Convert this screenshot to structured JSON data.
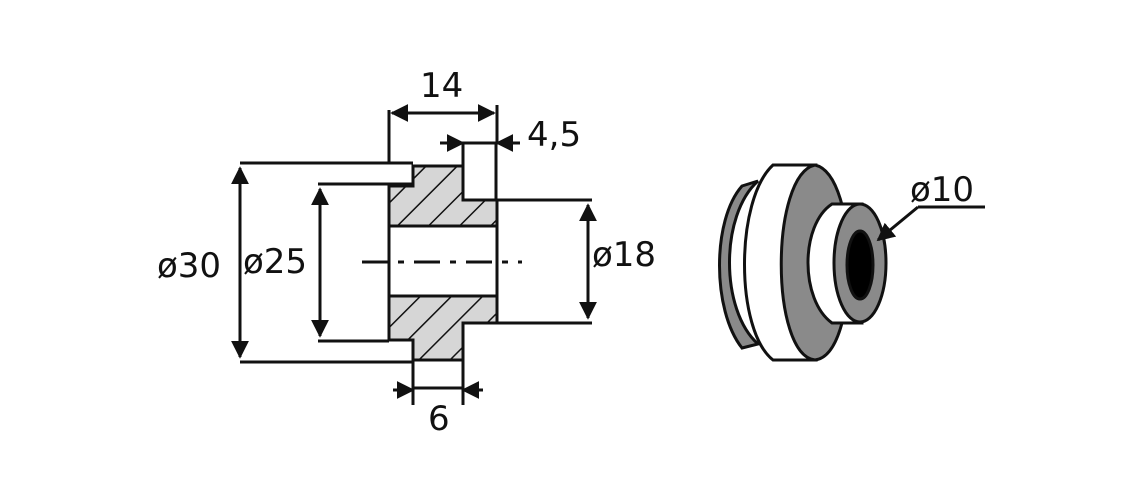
{
  "dimensions": {
    "width_total": "14",
    "flange_width": "4,5",
    "groove_width": "6",
    "dia_outer": "ø30",
    "dia_groove": "ø25",
    "dia_hub": "ø18",
    "dia_bore": "ø10"
  },
  "colors": {
    "line": "#111111",
    "hatch_fill": "#d6d6d6",
    "iso_gray": "#8a8a8a",
    "iso_light": "#ffffff",
    "bore": "#000000"
  }
}
